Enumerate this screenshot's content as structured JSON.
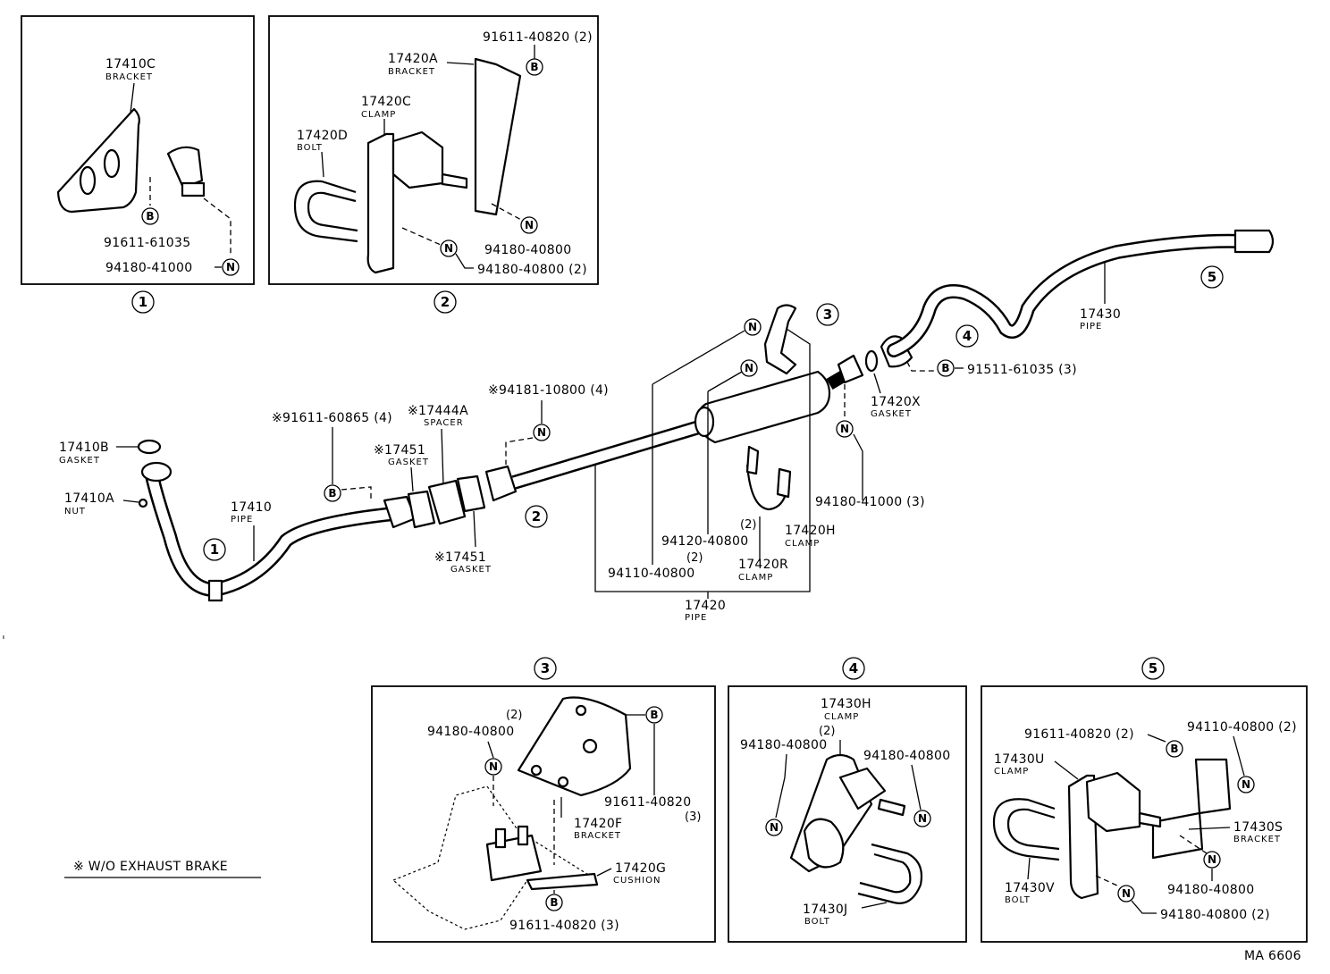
{
  "boxes": {
    "b1": {
      "number": "1"
    },
    "b2": {
      "number": "2"
    },
    "b3": {
      "number": "3"
    },
    "b4": {
      "number": "4"
    },
    "b5": {
      "number": "5"
    }
  },
  "callouts": {
    "B": "B",
    "N": "N"
  },
  "section_markers": {
    "m1": "1",
    "m2": "2",
    "m3": "3",
    "m4": "4",
    "m5": "5"
  },
  "labels": {
    "p17410C": "17410C",
    "n_bracket1": "BRACKET",
    "p91611_61035": "91611-61035",
    "p94180_41000": "94180-41000",
    "p91611_40820_b2": "91611-40820 (2)",
    "p17420A": "17420A",
    "n_bracket2": "BRACKET",
    "p17420C": "17420C",
    "n_clamp1": "CLAMP",
    "p17420D": "17420D",
    "n_bolt1": "BOLT",
    "p94180_40800_b2a": "94180-40800",
    "p94180_40800_b2b": "94180-40800 (2)",
    "p17410B": "17410B",
    "n_gasket1": "GASKET",
    "p17410A": "17410A",
    "n_nut": "NUT",
    "p17410": "17410",
    "n_pipe1": "PIPE",
    "p91611_60865": "※91611-60865 (4)",
    "p17444A": "※17444A",
    "n_spacer": "SPACER",
    "p94181_10800": "※94181-10800 (4)",
    "p17451a": "※17451",
    "n_gasket2": "GASKET",
    "p17451b": "※17451",
    "n_gasket3": "GASKET",
    "p17420X": "17420X",
    "n_gasket4": "GASKET",
    "p91511_61035": "91511-61035 (3)",
    "p94180_41000_3": "94180-41000 (3)",
    "p17420H": "17420H",
    "n_clamp2": "CLAMP",
    "p17420R": "17420R",
    "n_clamp3": "CLAMP",
    "q2a": "(2)",
    "p94120_40800": "94120-40800",
    "q2b": "(2)",
    "p94110_40800": "94110-40800",
    "p17420": "17420",
    "n_pipe2": "PIPE",
    "p17430": "17430",
    "n_pipe3": "PIPE",
    "p94180_40800_b3": "94180-40800",
    "q2c": "(2)",
    "p91611_40820_b3a": "91611-40820",
    "q3a": "(3)",
    "p17420F": "17420F",
    "n_bracket3": "BRACKET",
    "p17420G": "17420G",
    "n_cushion": "CUSHION",
    "p91611_40820_b3b": "91611-40820 (3)",
    "p17430H": "17430H",
    "n_clamp4": "CLAMP",
    "q2d": "(2)",
    "p94180_40800_b4a": "94180-40800",
    "p94180_40800_b4b": "94180-40800",
    "p17430J": "17430J",
    "n_bolt2": "BOLT",
    "p91611_40820_b5": "91611-40820 (2)",
    "p94110_40800_b5": "94110-40800 (2)",
    "p17430U": "17430U",
    "n_clamp5": "CLAMP",
    "p17430S": "17430S",
    "n_bracket4": "BRACKET",
    "p17430V": "17430V",
    "n_bolt3": "BOLT",
    "p94180_40800_b5a": "94180-40800",
    "p94180_40800_b5b": "94180-40800 (2)",
    "legend": "※ W/O EXHAUST BRAKE",
    "code": "MA 6606"
  }
}
